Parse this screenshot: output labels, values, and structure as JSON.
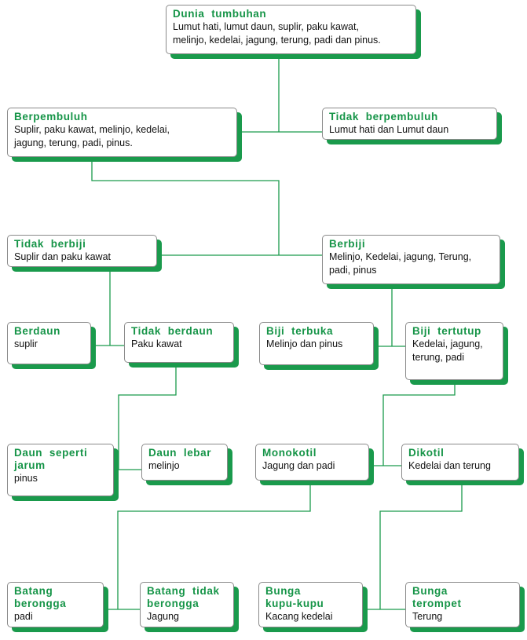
{
  "colors": {
    "accent": "#159447",
    "shadow": "#1a9a4c",
    "line": "#1a9a4c"
  },
  "nodes": {
    "dunia": {
      "title": "Dunia  tumbuhan",
      "desc": "Lumut hati, lumut daun, suplir, paku kawat,\nmelinjo, kedelai, jagung, terung, padi dan pinus."
    },
    "berpembuluh": {
      "title": "Berpembuluh",
      "desc": "Suplir, paku kawat, melinjo, kedelai,\njagung, terung, padi, pinus."
    },
    "tidak_berpembuluh": {
      "title": "Tidak  berpembuluh",
      "desc": "Lumut hati dan Lumut daun"
    },
    "tidak_berbiji": {
      "title": "Tidak  berbiji",
      "desc": "Suplir dan paku kawat"
    },
    "berbiji": {
      "title": "Berbiji",
      "desc": "Melinjo, Kedelai, jagung, Terung,\npadi, pinus"
    },
    "berdaun": {
      "title": "Berdaun",
      "desc": "suplir"
    },
    "tidak_berdaun": {
      "title": "Tidak  berdaun",
      "desc": "Paku kawat"
    },
    "biji_terbuka": {
      "title": "Biji  terbuka",
      "desc": "Melinjo dan pinus"
    },
    "biji_tertutup": {
      "title": "Biji  tertutup",
      "desc": "Kedelai, jagung,\nterung, padi"
    },
    "daun_jarum": {
      "title": "Daun  seperti\njarum",
      "desc": "pinus"
    },
    "daun_lebar": {
      "title": "Daun  lebar",
      "desc": "melinjo"
    },
    "monokotil": {
      "title": "Monokotil",
      "desc": "Jagung dan padi"
    },
    "dikotil": {
      "title": "Dikotil",
      "desc": "Kedelai dan terung"
    },
    "batang_berongga": {
      "title": "Batang\nberongga",
      "desc": "padi"
    },
    "batang_tidak_berongga": {
      "title": "Batang  tidak\nberongga",
      "desc": "Jagung"
    },
    "bunga_kupu": {
      "title": "Bunga\nkupu-kupu",
      "desc": "Kacang kedelai"
    },
    "bunga_terompet": {
      "title": "Bunga\nterompet",
      "desc": "Terung"
    }
  }
}
